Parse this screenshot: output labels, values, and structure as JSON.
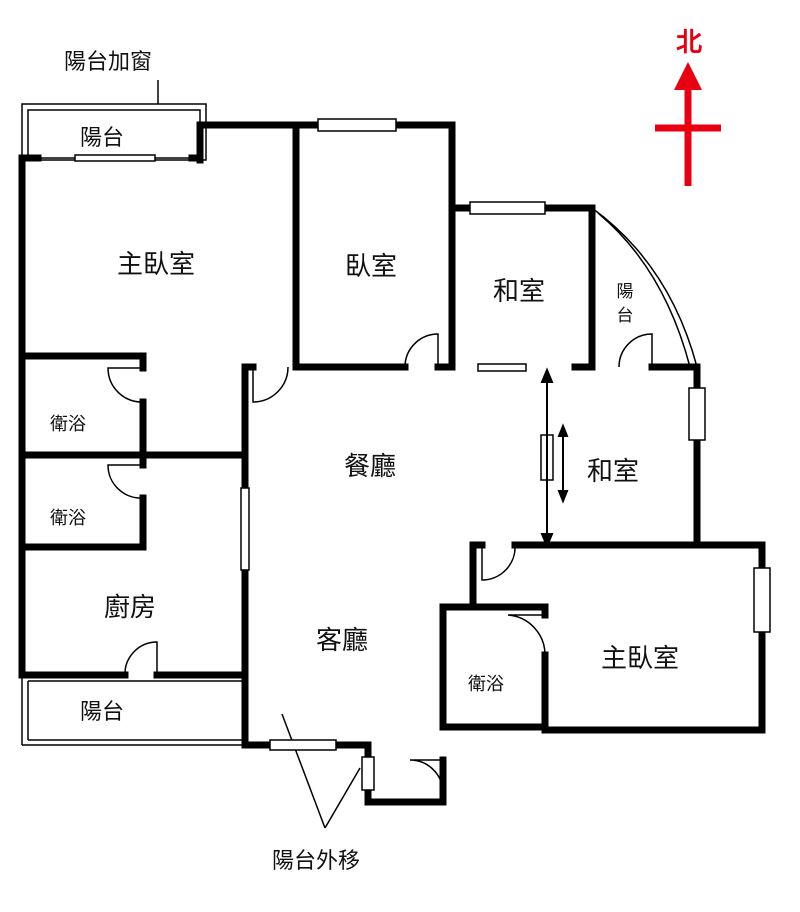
{
  "north": {
    "label": "北",
    "color": "#e60012"
  },
  "annotations": {
    "balcony_window": "陽台加窗",
    "balcony_moved": "陽台外移"
  },
  "rooms": {
    "balcony_top": "陽台",
    "master_bedroom_nw": "主臥室",
    "bedroom": "臥室",
    "japanese_room_north": "和室",
    "balcony_ne": "陽台",
    "bathroom_1": "衛浴",
    "bathroom_2": "衛浴",
    "dining_room": "餐廳",
    "japanese_room_east": "和室",
    "kitchen": "廚房",
    "living_room": "客廳",
    "bathroom_3": "衛浴",
    "master_bedroom_se": "主臥室",
    "balcony_bottom": "陽台"
  },
  "colors": {
    "wall": "#000000",
    "window": "#ffffff",
    "arrow": "#e60012"
  }
}
